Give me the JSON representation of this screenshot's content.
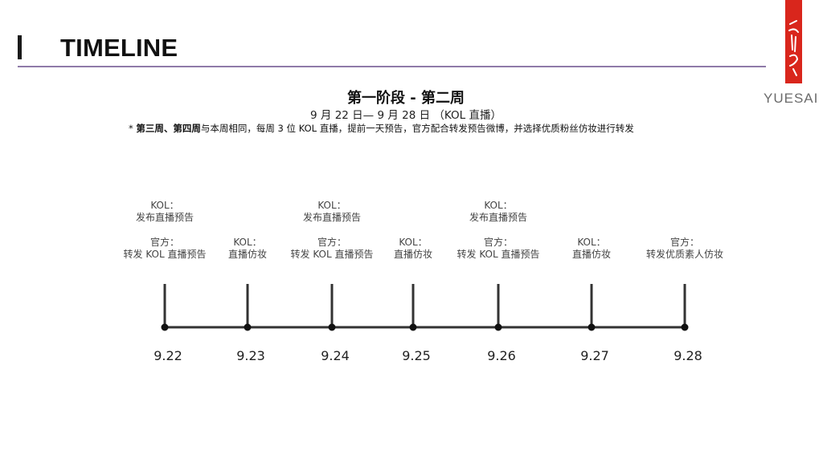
{
  "header": {
    "title": "TIMELINE"
  },
  "brand": {
    "name": "YUESAI",
    "accent": "#d9261c"
  },
  "phase": {
    "title": "第一阶段 - 第二周",
    "dates": "9 月 22 日— 9 月 28 日 （KOL 直播）",
    "note_prefix": "* ",
    "note_bold": "第三周、第四周",
    "note_rest": "与本周相同，每周 3 位 KOL 直播，提前一天预告，官方配合转发预告微博，并选择优质粉丝仿妆进行转发"
  },
  "timeline": {
    "days": [
      {
        "date": "9.22",
        "upper": [
          "KOL：",
          "发布直播预告"
        ],
        "lower": [
          "官方：",
          "转发 KOL 直播预告"
        ]
      },
      {
        "date": "9.23",
        "upper": [],
        "lower": [
          "KOL：",
          "直播仿妆"
        ]
      },
      {
        "date": "9.24",
        "upper": [
          "KOL：",
          "发布直播预告"
        ],
        "lower": [
          "官方：",
          "转发 KOL 直播预告"
        ]
      },
      {
        "date": "9.25",
        "upper": [],
        "lower": [
          "KOL：",
          "直播仿妆"
        ]
      },
      {
        "date": "9.26",
        "upper": [
          "KOL：",
          "发布直播预告"
        ],
        "lower": [
          "官方：",
          "转发 KOL 直播预告"
        ]
      },
      {
        "date": "9.27",
        "upper": [],
        "lower": [
          "KOL：",
          "直播仿妆"
        ]
      },
      {
        "date": "9.28",
        "upper": [],
        "lower": [
          "官方：",
          "转发优质素人仿妆"
        ]
      }
    ]
  }
}
